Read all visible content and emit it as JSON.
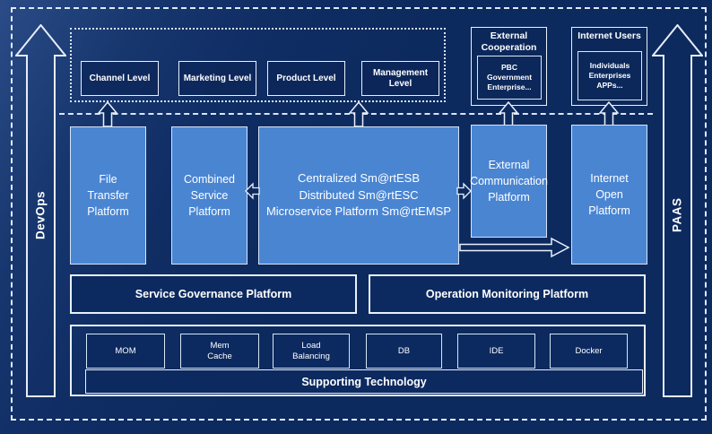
{
  "diagram": {
    "rails": {
      "left_label": "DevOps",
      "right_label": "PAAS"
    },
    "levels": {
      "items": [
        "Channel Level",
        "Marketing Level",
        "Product Level",
        "Management Level"
      ]
    },
    "external_cooperation": {
      "title": "External\nCooperation",
      "members": "PBC Government\nEnterprise..."
    },
    "internet_users": {
      "title": "Internet Users",
      "members": "Individuals\nEnterprises\nAPPs..."
    },
    "platforms": {
      "file_transfer": "File\nTransfer\nPlatform",
      "combined_service": "Combined\nService\nPlatform",
      "central": "Centralized Sm@rtESB\nDistributed Sm@rtESC\nMicroservice Platform Sm@rtEMSP",
      "external_communication": "External\nCommunication\nPlatform",
      "internet_open": "Internet\nOpen\nPlatform"
    },
    "governance": {
      "service": "Service Governance Platform",
      "monitoring": "Operation Monitoring Platform"
    },
    "supporting": {
      "title": "Supporting Technology",
      "items": [
        "MOM",
        "Mem\nCache",
        "Load\nBalancing",
        "DB",
        "IDE",
        "Docker"
      ]
    },
    "colors": {
      "background": "#0d2a5e",
      "platform_blue": "#4a85d2",
      "outline": "#e9f0fa"
    }
  }
}
